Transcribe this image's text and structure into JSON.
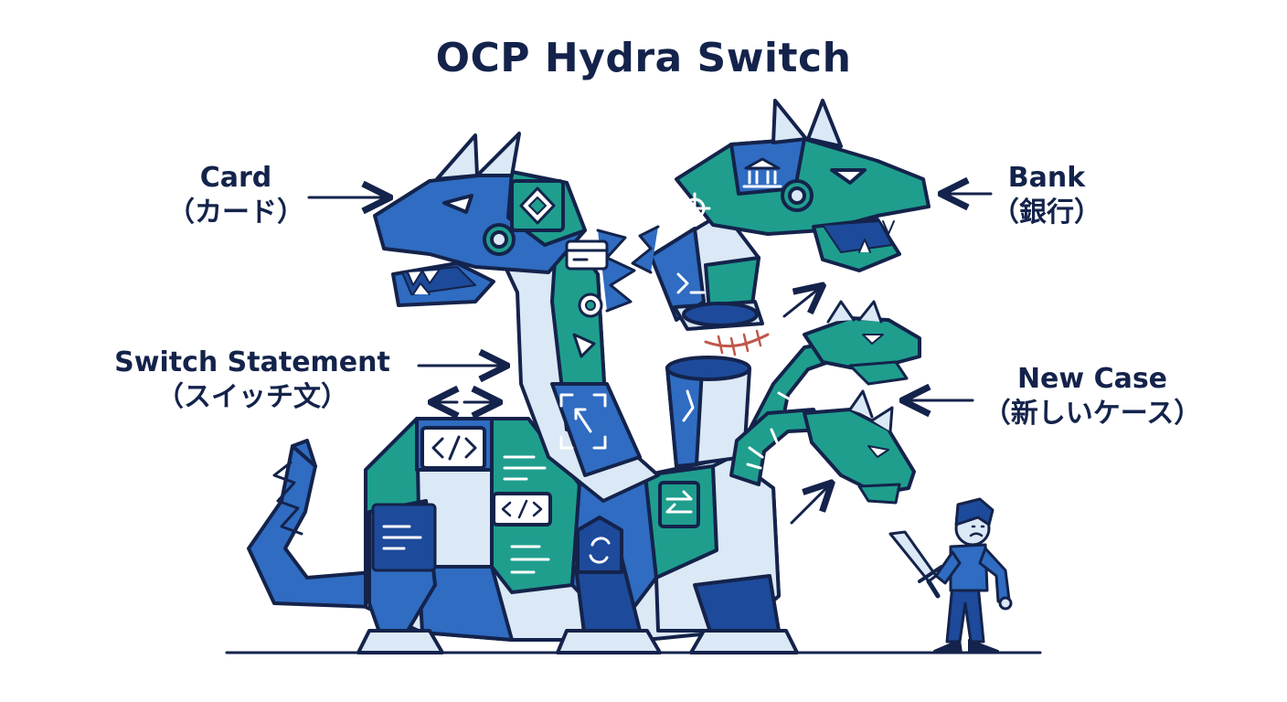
{
  "title": "OCP Hydra Switch",
  "labels": {
    "card": {
      "en": "Card",
      "jp": "（カード）"
    },
    "bank": {
      "en": "Bank",
      "jp": "（銀行）"
    },
    "switch_statement": {
      "en": "Switch Statement",
      "jp": "（スイッチ文）"
    },
    "new_case": {
      "en": "New Case",
      "jp": "（新しいケース）"
    }
  },
  "colors": {
    "navy": "#14234b",
    "blue": "#2f6cc2",
    "teal": "#1f9e8e",
    "light": "#dbe8f5",
    "dark_blue": "#1d4a9a",
    "scar": "#c0564a"
  },
  "icons": [
    "code-icon",
    "bank-icon",
    "diamond-icon",
    "card-icon",
    "terminal-icon",
    "refresh-icon",
    "sword-icon"
  ]
}
